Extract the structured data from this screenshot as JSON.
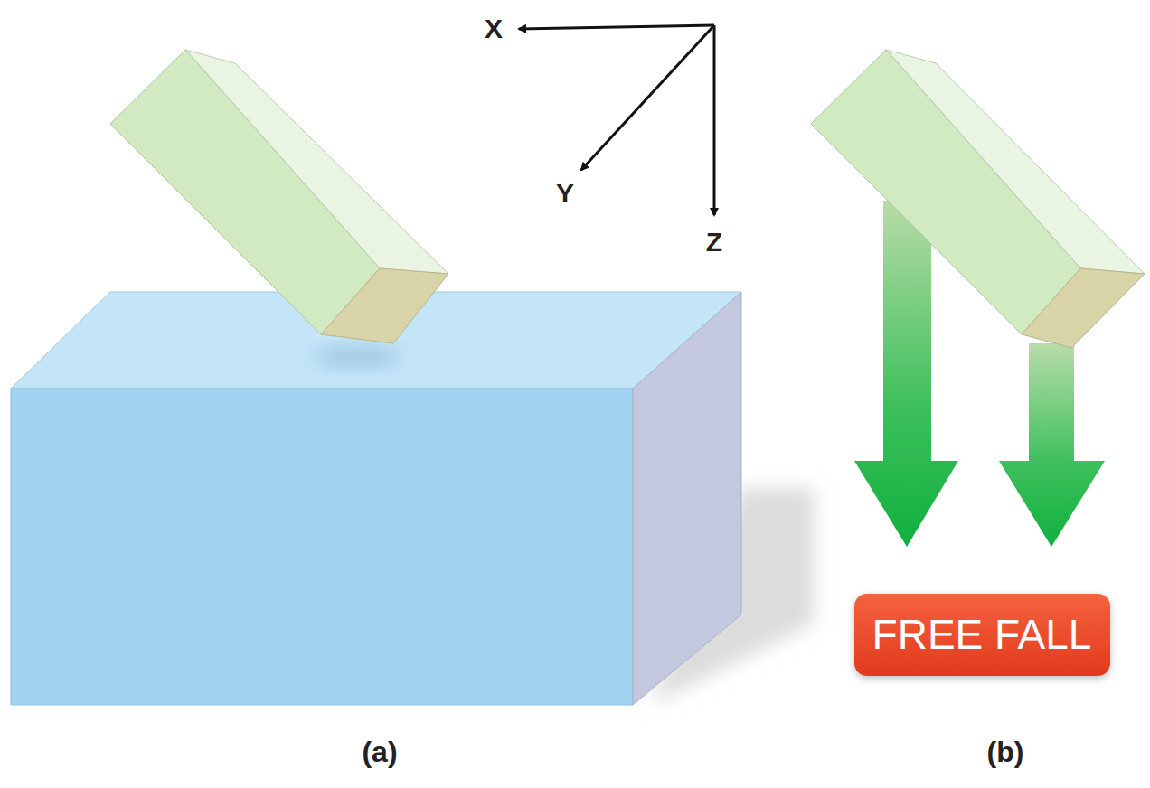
{
  "diagram": {
    "nodes": [
      {
        "text": [
          "FREE FALL"
        ]
      }
    ],
    "labels": [
      "X",
      "Y",
      "Z",
      "(a)",
      "(b)"
    ]
  }
}
